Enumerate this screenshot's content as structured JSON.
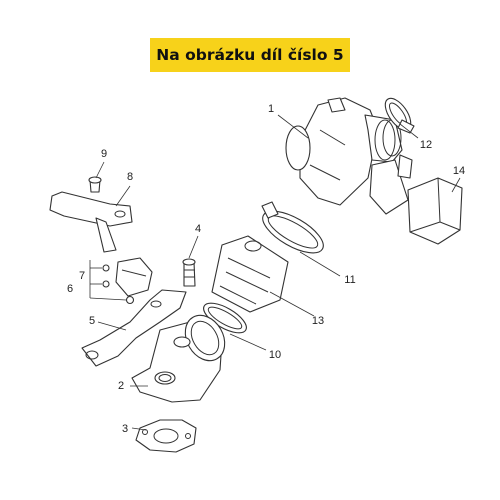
{
  "banner": {
    "text": "Na obrázku díl číslo 5"
  },
  "callouts": [
    "1",
    "2",
    "3",
    "4",
    "5",
    "6",
    "7",
    "8",
    "9",
    "10",
    "11",
    "12",
    "13",
    "14"
  ]
}
